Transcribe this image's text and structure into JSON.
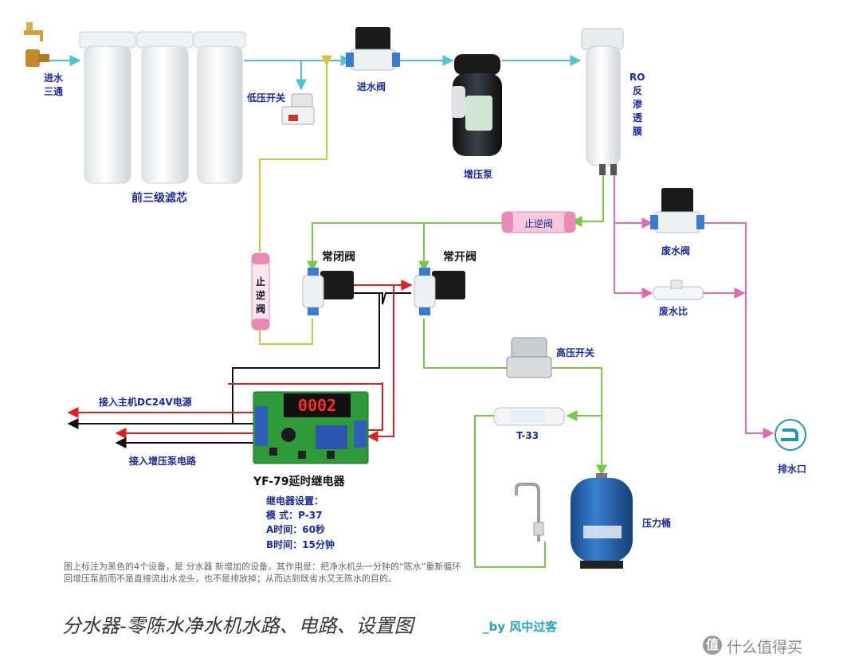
{
  "labels": {
    "inlet_tee": [
      "进水",
      "三通"
    ],
    "prefilters": "前三级滤芯",
    "low_pressure_switch": "低压开关",
    "inlet_valve": "进水阀",
    "booster_pump": "增压泵",
    "ro": {
      "head": "RO",
      "chars": [
        "反",
        "渗",
        "透",
        "膜"
      ]
    },
    "check_valve_right": "止逆阀",
    "check_valve_left": [
      "止",
      "逆",
      "阀"
    ],
    "nc_valve": "常闭阀",
    "no_valve": "常开阀",
    "waste_valve": "废水阀",
    "waste_ratio": "废水比",
    "high_pressure_switch": "高压开关",
    "t33": "T-33",
    "drain": "排水口",
    "pressure_tank": "压力桶",
    "host_power": "接入主机DC24V电源",
    "pump_circuit": "接入增压泵电路",
    "relay": "YF-79延时继电器",
    "relay_display": "0002",
    "relay_settings": {
      "heading": "继电器设置：",
      "mode": "模  式：P-37",
      "a_time": "A时间：60秒",
      "b_time": "B时间：15分钟"
    }
  },
  "note": "图上标注为黑色的4个设备，是 分水器 新增加的设备。其作用是：把净水机头一分钟的“陈水”重新循环回增压泵前而不是直接流出水龙头，也不是排放掉；从而达到既省水又无陈水的目的。",
  "title": "分水器-零陈水净水机水路、电路、设置图",
  "byline": "_by 风中过客",
  "watermark": {
    "badge": "值",
    "text": "什么值得买"
  },
  "colors": {
    "inlet_line": "#4fc3d0",
    "check_line": "#d8c23a",
    "green_line": "#7ac943",
    "waste_line": "#e06bb0",
    "power_red": "#e02020",
    "label_blue": "#1a2a9c",
    "tank_blue": "#1f5fa8",
    "byline_cyan": "#2aa2b8"
  },
  "icons": [
    "faucet-icon",
    "filter-housing-icon",
    "solenoid-valve-icon",
    "booster-pump-icon",
    "ro-membrane-icon",
    "pressure-switch-icon",
    "check-valve-icon",
    "flow-restrictor-icon",
    "inline-filter-icon",
    "pressure-tank-icon",
    "drinking-faucet-icon",
    "drain-icon",
    "relay-board-icon"
  ]
}
